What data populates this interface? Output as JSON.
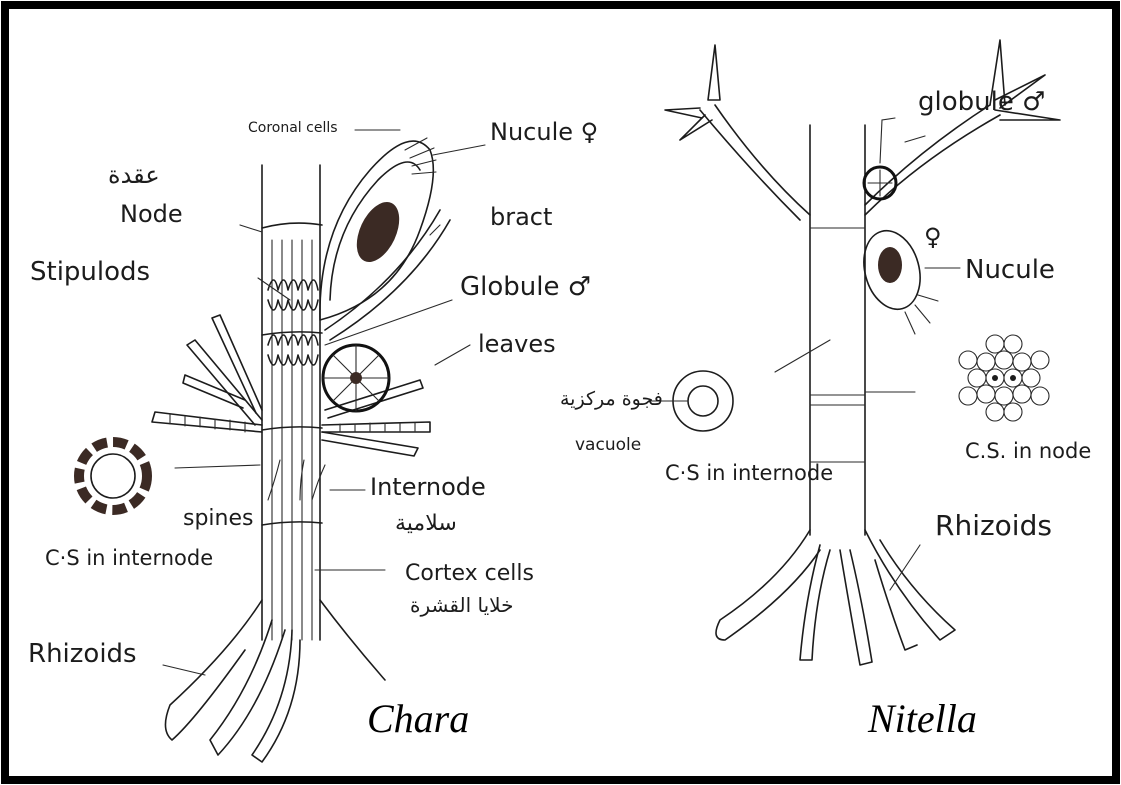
{
  "colors": {
    "ink": "#1c1c1c",
    "dark_fill": "#3b2a24",
    "frame": "#000000",
    "paper": "#ffffff"
  },
  "chara": {
    "caption": "Chara",
    "labels": {
      "coronal_cells": "Coronal cells",
      "nucule": "Nucule ♀",
      "node_ar": "عقدة",
      "node": "Node",
      "bract": "bract",
      "stipulodes": "Stipulods",
      "globule": "Globule ♂",
      "leaves": "leaves",
      "internode": "Internode",
      "internode_ar": "سلامية",
      "spines": "spines",
      "cortex_cells": "Cortex cells",
      "cortex_cells_ar": "خلايا القشرة",
      "cs_internode": "C·S in internode",
      "rhizoids": "Rhizoids"
    }
  },
  "nitella": {
    "caption": "Nitella",
    "labels": {
      "globule": "globule ♂",
      "female": "♀",
      "nucule": "Nucule",
      "vacuole_ar": "فجوة مركزية",
      "vacuole": "vacuole",
      "cs_internode": "C·S in internode",
      "cs_node": "C.S. in node",
      "rhizoids": "Rhizoids"
    }
  }
}
